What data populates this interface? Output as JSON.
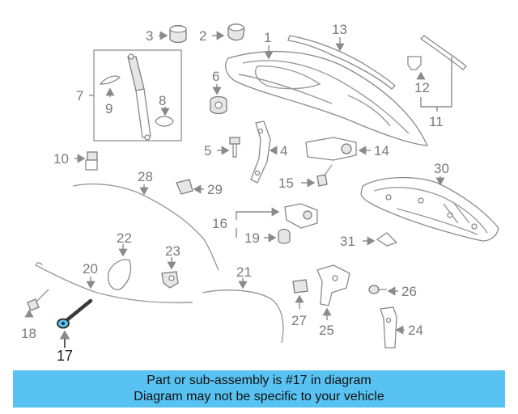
{
  "diagram": {
    "callouts": [
      "1",
      "2",
      "3",
      "4",
      "5",
      "6",
      "7",
      "8",
      "9",
      "10",
      "11",
      "12",
      "13",
      "14",
      "15",
      "16",
      "17",
      "18",
      "19",
      "20",
      "21",
      "22",
      "23",
      "24",
      "25",
      "26",
      "27",
      "28",
      "29",
      "30",
      "31"
    ],
    "highlighted_callout": "17",
    "highlight_color": "#58c3f2"
  },
  "banner": {
    "line1": "Part or sub-assembly is #17 in diagram",
    "line2": "Diagram may not be specific to your vehicle",
    "background": "#58c3f2"
  }
}
